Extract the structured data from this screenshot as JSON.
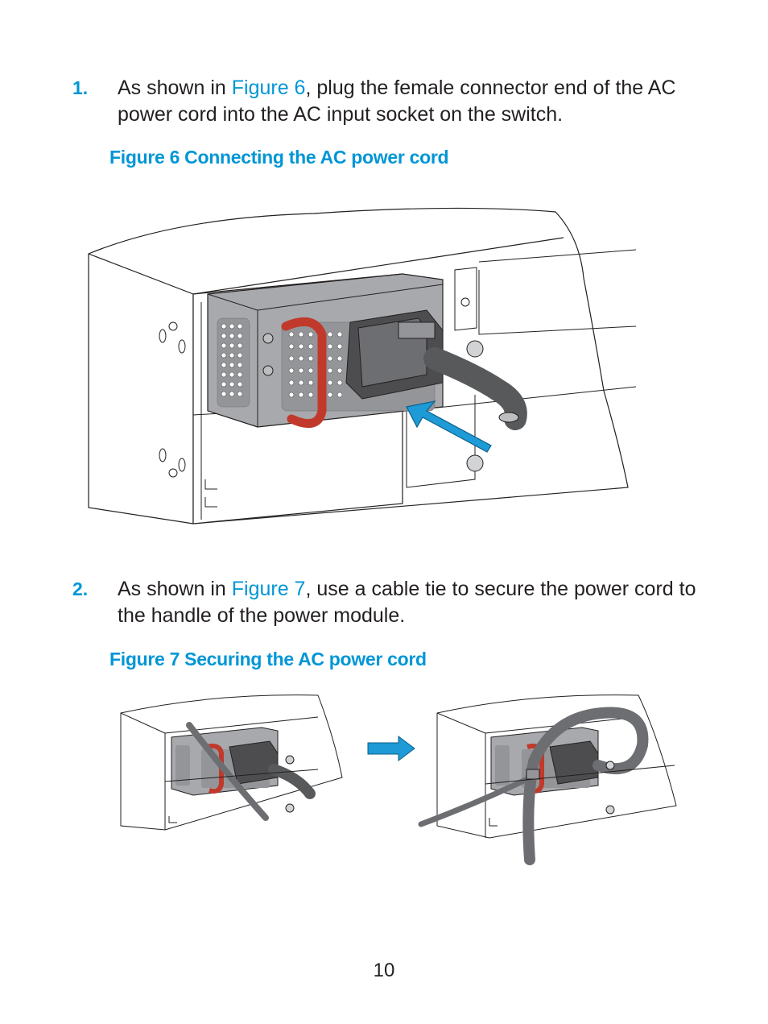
{
  "steps": [
    {
      "number": "1.",
      "before": "As shown in ",
      "link": "Figure 6",
      "after": ", plug the female connector end of the AC power cord into the AC input socket on the switch."
    },
    {
      "number": "2.",
      "before": "As shown in ",
      "link": "Figure 7",
      "after": ", use a cable tie to secure the power cord to the handle of the power module."
    }
  ],
  "figures": [
    {
      "caption": "Figure 6 Connecting the AC power cord"
    },
    {
      "caption": "Figure 7 Securing the AC power cord"
    }
  ],
  "page_number": "10",
  "colors": {
    "accent": "#0096d6",
    "handle": "#c1392b",
    "module": "#a7a9ac",
    "cord": "#58595b",
    "arrow": "#1e9ad6"
  }
}
